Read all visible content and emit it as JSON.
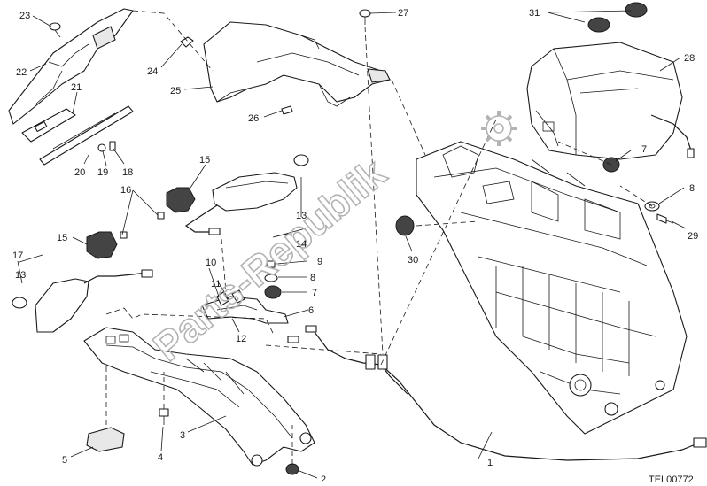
{
  "watermark": "Parts-Republik",
  "drawing_code": "TEL00772",
  "callouts": {
    "c1": "1",
    "c2": "2",
    "c3": "3",
    "c4": "4",
    "c5": "5",
    "c6": "6",
    "c7a": "7",
    "c7b": "7",
    "c8a": "8",
    "c8b": "8",
    "c9": "9",
    "c10": "10",
    "c11": "11",
    "c12": "12",
    "c13a": "13",
    "c13b": "13",
    "c14": "14",
    "c15a": "15",
    "c15b": "15",
    "c16": "16",
    "c17": "17",
    "c18": "18",
    "c19": "19",
    "c20": "20",
    "c21": "21",
    "c22": "22",
    "c23": "23",
    "c24": "24",
    "c25": "25",
    "c26": "26",
    "c27": "27",
    "c28": "28",
    "c29": "29",
    "c30": "30",
    "c31": "31"
  },
  "colors": {
    "line": "#1a1a1a",
    "watermark": "#b3b3b3",
    "background": "#ffffff"
  }
}
